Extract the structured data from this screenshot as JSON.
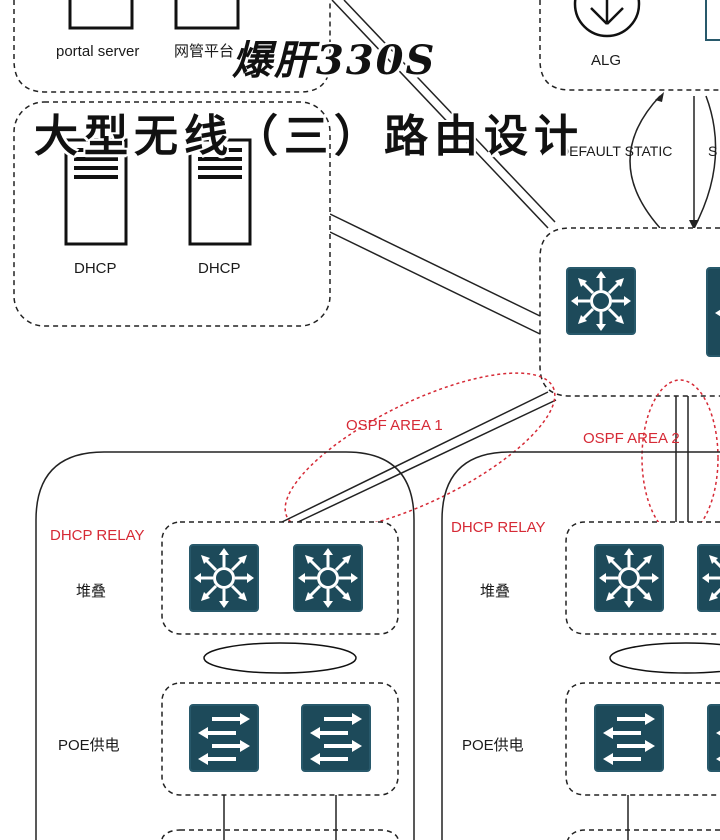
{
  "title": {
    "line1": "爆肝330S",
    "line2": "大型无线（三）路由设计"
  },
  "servers_top": {
    "portal": "portal server",
    "nms": "网管平台"
  },
  "servers_dhcp": {
    "dhcp1": "DHCP",
    "dhcp2": "DHCP"
  },
  "alg": {
    "label": "ALG"
  },
  "routing": {
    "default_static": "DEFAULT STATIC",
    "static_partial": "S"
  },
  "ospf": {
    "area1": "OSPF AREA 1",
    "area2": "OSPF AREA 2"
  },
  "left_block": {
    "relay": "DHCP RELAY",
    "stack": "堆叠",
    "poe": "POE供电"
  },
  "right_block": {
    "relay": "DHCP RELAY",
    "stack": "堆叠",
    "poe": "POE供电"
  },
  "colors": {
    "device": "#1d4a5a",
    "device_border": "#28596b",
    "ospf_red": "#d62a36",
    "line": "#222222"
  }
}
